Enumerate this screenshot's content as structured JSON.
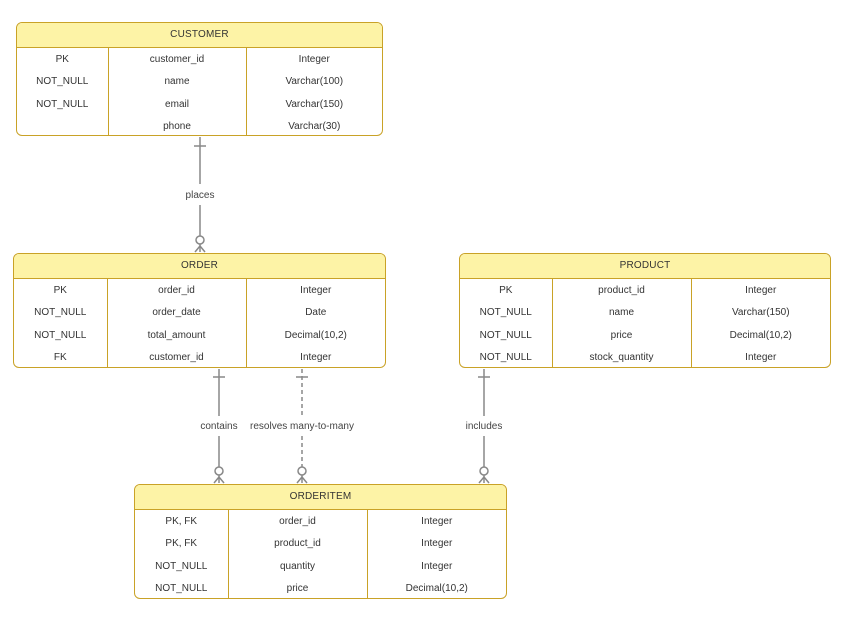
{
  "entities": {
    "customer": {
      "title": "CUSTOMER",
      "rows": [
        [
          "PK",
          "customer_id",
          "Integer"
        ],
        [
          "NOT_NULL",
          "name",
          "Varchar(100)"
        ],
        [
          "NOT_NULL",
          "email",
          "Varchar(150)"
        ],
        [
          "",
          "phone",
          "Varchar(30)"
        ]
      ]
    },
    "order": {
      "title": "ORDER",
      "rows": [
        [
          "PK",
          "order_id",
          "Integer"
        ],
        [
          "NOT_NULL",
          "order_date",
          "Date"
        ],
        [
          "NOT_NULL",
          "total_amount",
          "Decimal(10,2)"
        ],
        [
          "FK",
          "customer_id",
          "Integer"
        ]
      ]
    },
    "product": {
      "title": "PRODUCT",
      "rows": [
        [
          "PK",
          "product_id",
          "Integer"
        ],
        [
          "NOT_NULL",
          "name",
          "Varchar(150)"
        ],
        [
          "NOT_NULL",
          "price",
          "Decimal(10,2)"
        ],
        [
          "NOT_NULL",
          "stock_quantity",
          "Integer"
        ]
      ]
    },
    "orderitem": {
      "title": "ORDERITEM",
      "rows": [
        [
          "PK, FK",
          "order_id",
          "Integer"
        ],
        [
          "PK, FK",
          "product_id",
          "Integer"
        ],
        [
          "NOT_NULL",
          "quantity",
          "Integer"
        ],
        [
          "NOT_NULL",
          "price",
          "Decimal(10,2)"
        ]
      ]
    }
  },
  "relationships": {
    "places": "places",
    "contains": "contains",
    "resolves": "resolves many-to-many",
    "includes": "includes"
  },
  "colors": {
    "header_fill": "#fdf3a6",
    "border": "#c9a227",
    "connector": "#888888"
  }
}
